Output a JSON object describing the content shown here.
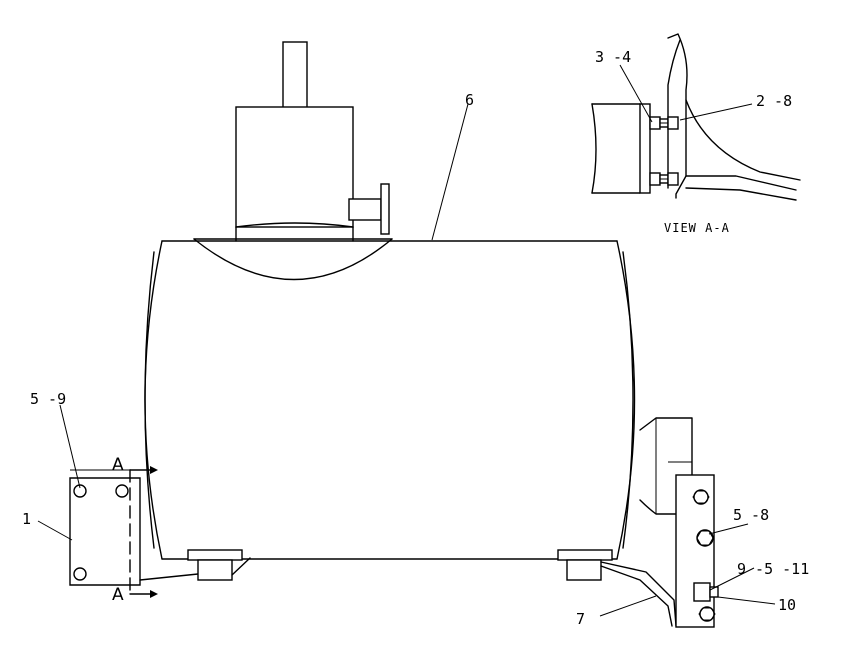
{
  "callouts": {
    "part_6": "6",
    "part_3_4": "3 -4",
    "part_2_8": "2 -8",
    "part_5_9": "5 -9",
    "part_1": "1",
    "part_5_8": "5 -8",
    "part_9_5_11": "9 -5 -11",
    "part_7": "7",
    "part_10": "10"
  },
  "section_marks": {
    "top": "A",
    "bottom": "A"
  },
  "view_caption": "VIEW A-A"
}
